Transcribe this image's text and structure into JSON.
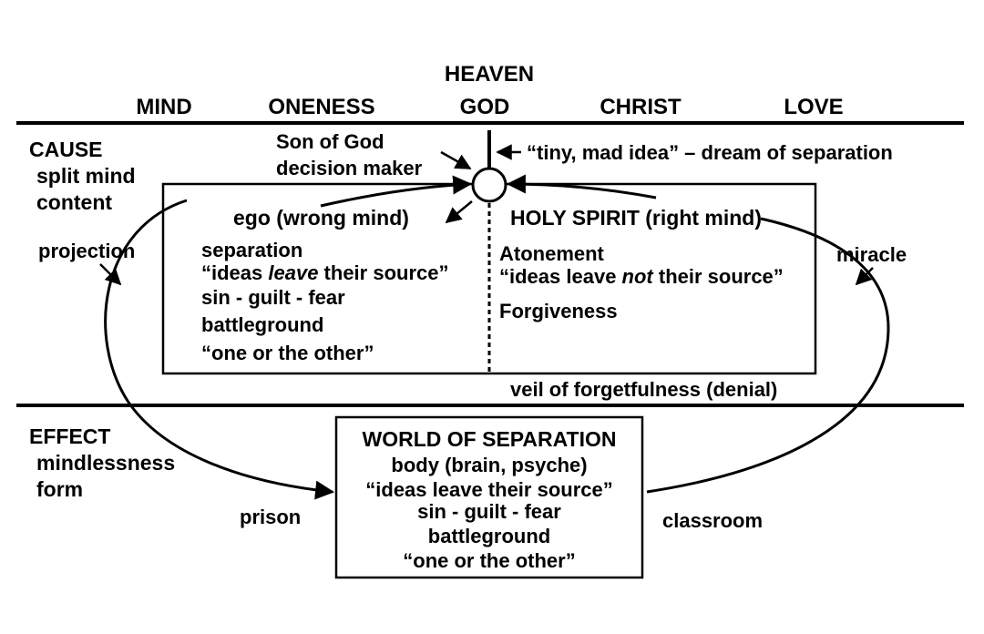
{
  "heaven": {
    "title": "HEAVEN",
    "items": [
      "MIND",
      "ONENESS",
      "GOD",
      "CHRIST",
      "LOVE"
    ]
  },
  "cause": {
    "title": "CAUSE",
    "lines": [
      "split mind",
      "content"
    ]
  },
  "son_of_god": [
    "Son of God",
    "decision maker"
  ],
  "tiny_mad_idea": "“tiny, mad idea” – dream of separation",
  "ego": {
    "title": "ego (wrong mind)",
    "separation": "separation",
    "ideas_pre": "“ideas ",
    "ideas_em": "leave",
    "ideas_post": " their source”",
    "sin": "sin - guilt - fear",
    "battleground": "battleground",
    "one_or_other": "“one or the other”"
  },
  "holy_spirit": {
    "title": "HOLY SPIRIT (right mind)",
    "atonement": "Atonement",
    "ideas_pre": "“ideas leave ",
    "ideas_em": "not",
    "ideas_post": " their source”",
    "forgiveness": "Forgiveness"
  },
  "projection": "projection",
  "miracle": "miracle",
  "veil": "veil of forgetfulness (denial)",
  "effect": {
    "title": "EFFECT",
    "lines": [
      "mindlessness",
      "form"
    ]
  },
  "world": {
    "title": "WORLD OF SEPARATION",
    "lines": [
      "body (brain, psyche)",
      "“ideas leave their source”",
      "sin - guilt - fear",
      "battleground",
      "“one or the other”"
    ]
  },
  "prison": "prison",
  "classroom": "classroom"
}
